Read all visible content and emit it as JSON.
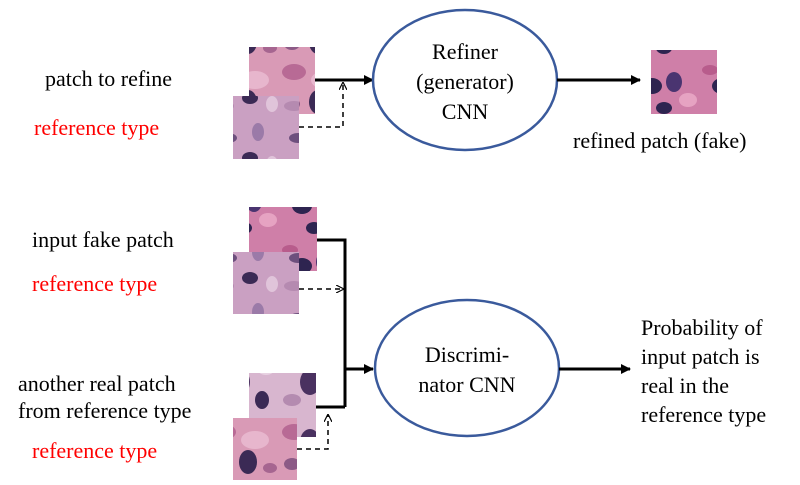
{
  "colors": {
    "reference_label": "#ff0000",
    "node_border": "#3a5a9c",
    "arrow": "#000000",
    "patch_pink": "#c97aa0",
    "patch_nuclei": "#3b2a55"
  },
  "icons": {
    "patch": "histology-patch-image"
  },
  "refiner": {
    "input_label": "patch to refine",
    "reference_label": "reference type",
    "node_lines": [
      "Refiner",
      "(generator)",
      "CNN"
    ],
    "output_label": "refined patch (fake)"
  },
  "discriminator": {
    "fake_input_label": "input fake patch",
    "fake_reference_label": "reference type",
    "real_input_lines": [
      "another real patch",
      "from reference type"
    ],
    "real_reference_label": "reference type",
    "node_lines": [
      "Discrimi-",
      "nator CNN"
    ],
    "output_lines": [
      "Probability of",
      "input patch is",
      "real in the",
      "reference type"
    ]
  }
}
